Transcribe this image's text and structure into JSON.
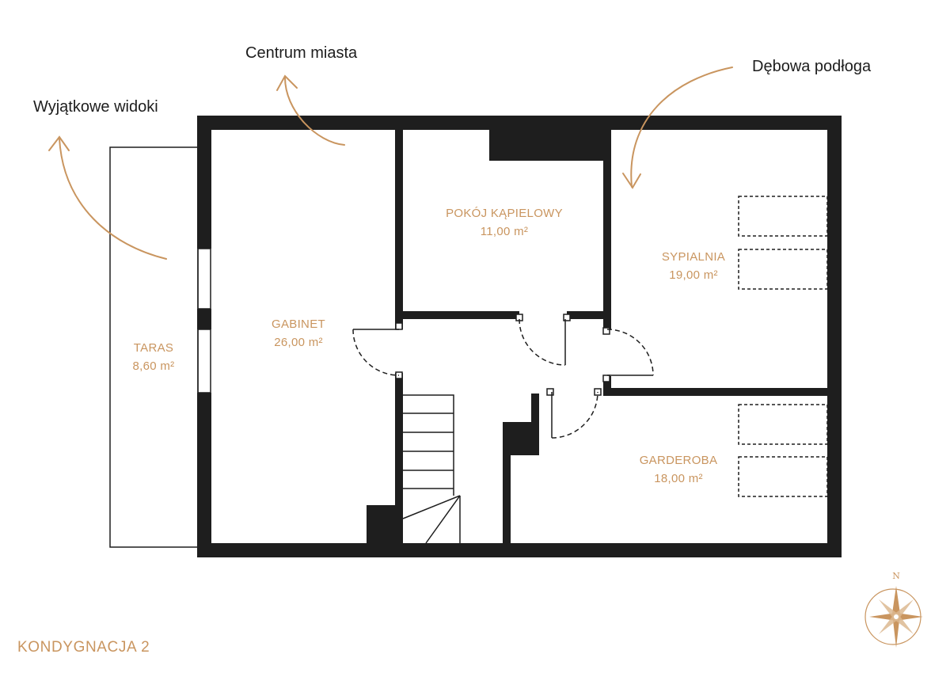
{
  "callouts": {
    "views": "Wyjątkowe widoki",
    "center": "Centrum miasta",
    "floor": "Dębowa podłoga"
  },
  "rooms": {
    "terrace": {
      "name": "TARAS",
      "area": "8,60 m²"
    },
    "office": {
      "name": "GABINET",
      "area": "26,00 m²"
    },
    "bathroom": {
      "name": "POKÓJ KĄPIELOWY",
      "area": "11,00 m²"
    },
    "bedroom": {
      "name": "SYPIALNIA",
      "area": "19,00 m²"
    },
    "wardrobe": {
      "name": "GARDEROBA",
      "area": "18,00 m²"
    }
  },
  "level_label": "KONDYGNACJA 2",
  "compass": {
    "north_label": "N"
  },
  "colors": {
    "wall": "#1e1e1e",
    "accent": "#c9955f",
    "text": "#1d1d1d"
  }
}
